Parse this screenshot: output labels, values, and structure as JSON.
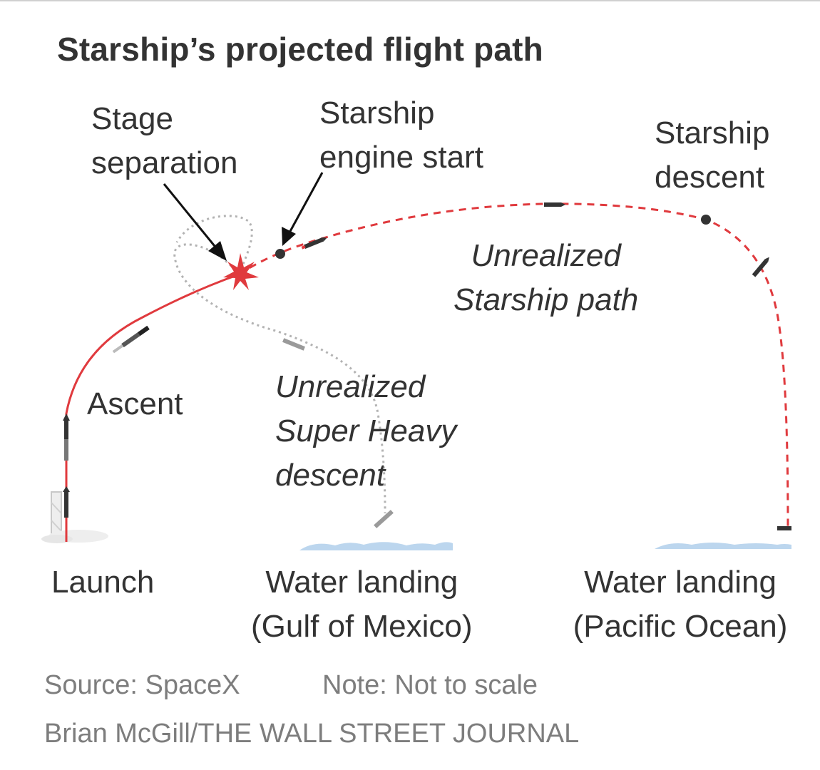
{
  "title": "Starship’s projected flight path",
  "labels": {
    "stage_separation": [
      "Stage",
      "separation"
    ],
    "starship_engine_start": [
      "Starship",
      "engine start"
    ],
    "starship_descent": [
      "Starship",
      "descent"
    ],
    "unrealized_starship_path": [
      "Unrealized",
      "Starship path"
    ],
    "ascent": "Ascent",
    "unrealized_super_heavy_descent": [
      "Unrealized",
      "Super Heavy",
      "descent"
    ],
    "launch": "Launch",
    "water_landing_gulf": [
      "Water landing",
      "(Gulf of Mexico)"
    ],
    "water_landing_pacific": [
      "Water landing",
      "(Pacific Ocean)"
    ]
  },
  "footer": {
    "source": "Source: SpaceX",
    "note": "Note: Not to scale",
    "credit": "Brian McGill/THE WALL STREET JOURNAL"
  },
  "colors": {
    "flight_path_red": "#e03a3e",
    "dotted_gray": "#b3b3b3",
    "water_blue": "#bcd6ee",
    "rocket_dark": "#333333"
  }
}
